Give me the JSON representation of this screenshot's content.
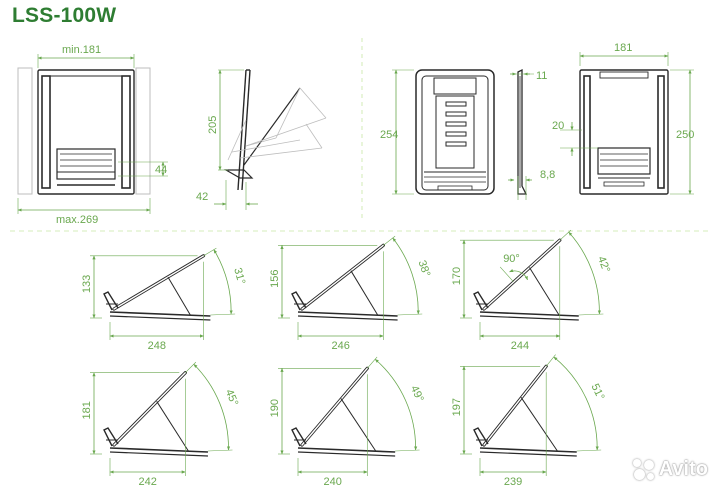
{
  "title": "LSS-100W",
  "colors": {
    "dimension": "#6aa84f",
    "outline": "#2a2a2a",
    "title": "#2e7d32",
    "faint": "#bdbdbd",
    "divider": "#c8e6a5"
  },
  "top_views": {
    "front_min": "min.181",
    "front_max": "max.269",
    "front_plate": "44",
    "side_height": "205",
    "side_depth": "42",
    "frame_height": "254",
    "frame_thickness": "11",
    "frame_foot": "8,8",
    "back_width": "181",
    "back_height": "250",
    "back_offset": "20"
  },
  "angle_views": [
    {
      "height": "133",
      "length": "248",
      "angle": "31°"
    },
    {
      "height": "156",
      "length": "246",
      "angle": "38°"
    },
    {
      "height": "170",
      "length": "244",
      "angle": "42°",
      "right_angle": "90°"
    },
    {
      "height": "181",
      "length": "242",
      "angle": "45°"
    },
    {
      "height": "190",
      "length": "240",
      "angle": "49°"
    },
    {
      "height": "197",
      "length": "239",
      "angle": "51°"
    }
  ],
  "watermark": {
    "text": "Avito",
    "icon": "avito-dots-icon"
  }
}
